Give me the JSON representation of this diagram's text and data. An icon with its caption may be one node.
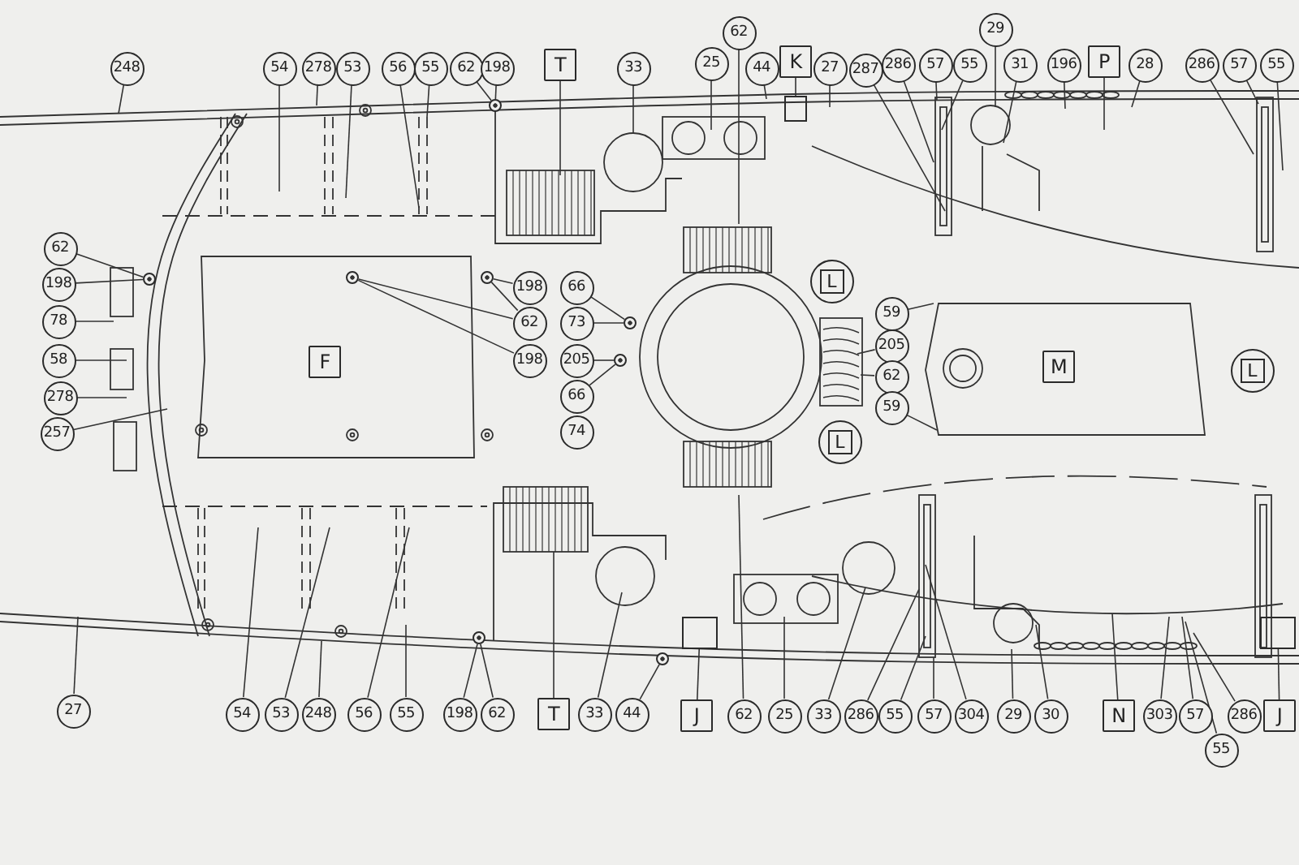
{
  "diagram": {
    "nodes": [
      {
        "text": [
          "248"
        ]
      },
      {
        "text": [
          "54"
        ]
      },
      {
        "text": [
          "278"
        ]
      },
      {
        "text": [
          "53"
        ]
      },
      {
        "text": [
          "56"
        ]
      },
      {
        "text": [
          "55"
        ]
      },
      {
        "text": [
          "62"
        ]
      },
      {
        "text": [
          "198"
        ]
      },
      {
        "text": [
          "T"
        ]
      },
      {
        "text": [
          "33"
        ]
      },
      {
        "text": [
          "62"
        ]
      },
      {
        "text": [
          "25"
        ]
      },
      {
        "text": [
          "44"
        ]
      },
      {
        "text": [
          "K"
        ]
      },
      {
        "text": [
          "27"
        ]
      },
      {
        "text": [
          "287"
        ]
      },
      {
        "text": [
          "286"
        ]
      },
      {
        "text": [
          "57"
        ]
      },
      {
        "text": [
          "55"
        ]
      },
      {
        "text": [
          "29"
        ]
      },
      {
        "text": [
          "31"
        ]
      },
      {
        "text": [
          "196"
        ]
      },
      {
        "text": [
          "P"
        ]
      },
      {
        "text": [
          "28"
        ]
      },
      {
        "text": [
          "286"
        ]
      },
      {
        "text": [
          "57"
        ]
      },
      {
        "text": [
          "55"
        ]
      },
      {
        "text": [
          "62"
        ]
      },
      {
        "text": [
          "198"
        ]
      },
      {
        "text": [
          "78"
        ]
      },
      {
        "text": [
          "58"
        ]
      },
      {
        "text": [
          "278"
        ]
      },
      {
        "text": [
          "257"
        ]
      },
      {
        "text": [
          "F"
        ]
      },
      {
        "text": [
          "198"
        ]
      },
      {
        "text": [
          "62"
        ]
      },
      {
        "text": [
          "198"
        ]
      },
      {
        "text": [
          "66"
        ]
      },
      {
        "text": [
          "73"
        ]
      },
      {
        "text": [
          "205"
        ]
      },
      {
        "text": [
          "66"
        ]
      },
      {
        "text": [
          "74"
        ]
      },
      {
        "text": [
          "L"
        ]
      },
      {
        "text": [
          "59"
        ]
      },
      {
        "text": [
          "205"
        ]
      },
      {
        "text": [
          "62"
        ]
      },
      {
        "text": [
          "59"
        ]
      },
      {
        "text": [
          "M"
        ]
      },
      {
        "text": [
          "L"
        ]
      },
      {
        "text": [
          "L"
        ]
      },
      {
        "text": [
          "27"
        ]
      },
      {
        "text": [
          "54"
        ]
      },
      {
        "text": [
          "53"
        ]
      },
      {
        "text": [
          "248"
        ]
      },
      {
        "text": [
          "56"
        ]
      },
      {
        "text": [
          "55"
        ]
      },
      {
        "text": [
          "198"
        ]
      },
      {
        "text": [
          "62"
        ]
      },
      {
        "text": [
          "T"
        ]
      },
      {
        "text": [
          "33"
        ]
      },
      {
        "text": [
          "44"
        ]
      },
      {
        "text": [
          "J"
        ]
      },
      {
        "text": [
          "62"
        ]
      },
      {
        "text": [
          "25"
        ]
      },
      {
        "text": [
          "33"
        ]
      },
      {
        "text": [
          "286"
        ]
      },
      {
        "text": [
          "55"
        ]
      },
      {
        "text": [
          "57"
        ]
      },
      {
        "text": [
          "304"
        ]
      },
      {
        "text": [
          "29"
        ]
      },
      {
        "text": [
          "30"
        ]
      },
      {
        "text": [
          "N"
        ]
      },
      {
        "text": [
          "303"
        ]
      },
      {
        "text": [
          "57"
        ]
      },
      {
        "text": [
          "55"
        ]
      },
      {
        "text": [
          "286"
        ]
      },
      {
        "text": [
          "J"
        ]
      },
      {
        "text": [],
        "shape": "circle"
      },
      {
        "text": [],
        "shape": "circle"
      },
      {
        "text": [],
        "shape": "circle"
      },
      {
        "text": [],
        "shape": "circle"
      },
      {
        "text": [],
        "shape": "circle"
      },
      {
        "text": [],
        "shape": "circle"
      },
      {
        "text": [],
        "shape": "circle"
      },
      {
        "text": [],
        "shape": "box"
      },
      {
        "text": [],
        "shape": "box"
      },
      {
        "text": [],
        "shape": "box"
      },
      {
        "text": [],
        "shape": "circle"
      }
    ],
    "edges": [
      {
        "from": 0,
        "to": null,
        "arrow": "none"
      },
      {
        "from": 1,
        "to": null,
        "arrow": "none"
      },
      {
        "from": 2,
        "to": null,
        "arrow": "none"
      },
      {
        "from": 3,
        "to": null,
        "arrow": "none"
      },
      {
        "from": 4,
        "to": null,
        "arrow": "none"
      },
      {
        "from": 5,
        "to": null,
        "arrow": "none"
      },
      {
        "from": 6,
        "to": 77,
        "arrow": "none"
      },
      {
        "from": 7,
        "to": 77,
        "arrow": "none"
      },
      {
        "from": 8,
        "to": null,
        "arrow": "none"
      },
      {
        "from": 9,
        "to": null,
        "arrow": "none"
      },
      {
        "from": 10,
        "to": null,
        "arrow": "none"
      },
      {
        "from": 11,
        "to": null,
        "arrow": "none"
      },
      {
        "from": 12,
        "to": null,
        "arrow": "none"
      },
      {
        "from": 13,
        "to": 84,
        "arrow": "none"
      },
      {
        "from": 14,
        "to": null,
        "arrow": "none"
      },
      {
        "from": 15,
        "to": null,
        "arrow": "none"
      },
      {
        "from": 16,
        "to": null,
        "arrow": "none"
      },
      {
        "from": 17,
        "to": null,
        "arrow": "none"
      },
      {
        "from": 18,
        "to": null,
        "arrow": "none"
      },
      {
        "from": 19,
        "to": null,
        "arrow": "none"
      },
      {
        "from": 20,
        "to": null,
        "arrow": "none"
      },
      {
        "from": 21,
        "to": null,
        "arrow": "none"
      },
      {
        "from": 22,
        "to": null,
        "arrow": "none"
      },
      {
        "from": 23,
        "to": null,
        "arrow": "none"
      },
      {
        "from": 24,
        "to": null,
        "arrow": "none"
      },
      {
        "from": 25,
        "to": null,
        "arrow": "none"
      },
      {
        "from": 26,
        "to": null,
        "arrow": "none"
      },
      {
        "from": 27,
        "to": 78,
        "arrow": "none"
      },
      {
        "from": 28,
        "to": 78,
        "arrow": "none"
      },
      {
        "from": 29,
        "to": null,
        "arrow": "none"
      },
      {
        "from": 30,
        "to": null,
        "arrow": "none"
      },
      {
        "from": 31,
        "to": null,
        "arrow": "none"
      },
      {
        "from": 32,
        "to": null,
        "arrow": "none"
      },
      {
        "from": 34,
        "to": 80,
        "arrow": "none"
      },
      {
        "from": 35,
        "to": 80,
        "arrow": "none"
      },
      {
        "from": 35,
        "to": 79,
        "arrow": "none"
      },
      {
        "from": 36,
        "to": 79,
        "arrow": "none"
      },
      {
        "from": 37,
        "to": 81,
        "arrow": "none"
      },
      {
        "from": 38,
        "to": 81,
        "arrow": "none"
      },
      {
        "from": 39,
        "to": 82,
        "arrow": "none"
      },
      {
        "from": 40,
        "to": 82,
        "arrow": "none"
      },
      {
        "from": 43,
        "to": null,
        "arrow": "none"
      },
      {
        "from": 44,
        "to": null,
        "arrow": "none"
      },
      {
        "from": 45,
        "to": null,
        "arrow": "none"
      },
      {
        "from": 46,
        "to": null,
        "arrow": "none"
      },
      {
        "from": 50,
        "to": null,
        "arrow": "none"
      },
      {
        "from": 51,
        "to": null,
        "arrow": "none"
      },
      {
        "from": 52,
        "to": null,
        "arrow": "none"
      },
      {
        "from": 53,
        "to": null,
        "arrow": "none"
      },
      {
        "from": 54,
        "to": null,
        "arrow": "none"
      },
      {
        "from": 55,
        "to": null,
        "arrow": "none"
      },
      {
        "from": 56,
        "to": 83,
        "arrow": "none"
      },
      {
        "from": 57,
        "to": 83,
        "arrow": "none"
      },
      {
        "from": 58,
        "to": null,
        "arrow": "none"
      },
      {
        "from": 59,
        "to": null,
        "arrow": "none"
      },
      {
        "from": 60,
        "to": 87,
        "arrow": "none"
      },
      {
        "from": 61,
        "to": 85,
        "arrow": "none"
      },
      {
        "from": 62,
        "to": null,
        "arrow": "none"
      },
      {
        "from": 63,
        "to": null,
        "arrow": "none"
      },
      {
        "from": 64,
        "to": null,
        "arrow": "none"
      },
      {
        "from": 65,
        "to": null,
        "arrow": "none"
      },
      {
        "from": 66,
        "to": null,
        "arrow": "none"
      },
      {
        "from": 67,
        "to": null,
        "arrow": "none"
      },
      {
        "from": 68,
        "to": null,
        "arrow": "none"
      },
      {
        "from": 69,
        "to": null,
        "arrow": "none"
      },
      {
        "from": 70,
        "to": null,
        "arrow": "none"
      },
      {
        "from": 71,
        "to": null,
        "arrow": "none"
      },
      {
        "from": 72,
        "to": null,
        "arrow": "none"
      },
      {
        "from": 73,
        "to": null,
        "arrow": "none"
      },
      {
        "from": 74,
        "to": null,
        "arrow": "none"
      },
      {
        "from": 75,
        "to": null,
        "arrow": "none"
      },
      {
        "from": 76,
        "to": 86,
        "arrow": "none"
      }
    ]
  }
}
